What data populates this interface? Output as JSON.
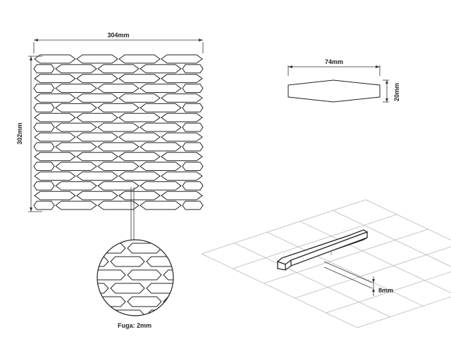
{
  "mosaic": {
    "width_label": "304mm",
    "height_label": "302mm",
    "rows": 16,
    "columns": 4
  },
  "tile": {
    "length_label": "74mm",
    "width_label": "20mm",
    "thickness_label": "8mm"
  },
  "joint": {
    "label": "Fuga: 2mm"
  },
  "colors": {
    "line": "#222222",
    "grid": "#b8b8b8",
    "background": "#ffffff"
  }
}
